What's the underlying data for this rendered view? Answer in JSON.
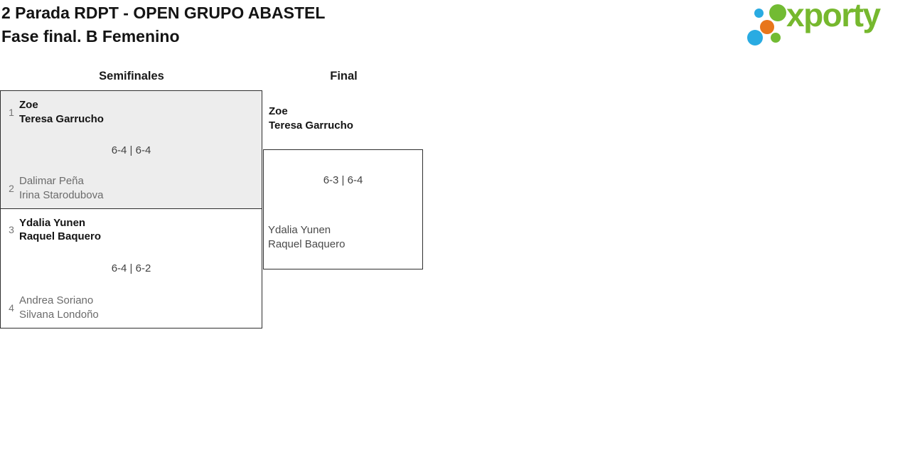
{
  "title": {
    "line1": "2 Parada RDPT - OPEN GRUPO ABASTEL",
    "line2": "Fase final. B Femenino"
  },
  "logo": {
    "text": "xporty",
    "colors": {
      "green": "#76b82e",
      "blue": "#29abe2",
      "orange": "#e8761b"
    }
  },
  "bracket": {
    "rounds": [
      {
        "label": "Semifinales",
        "matches": [
          {
            "seed_top": "1",
            "team_top": {
              "player1": "Zoe",
              "player2": "Teresa Garrucho"
            },
            "score": "6-4 | 6-4",
            "seed_bottom": "2",
            "team_bottom": {
              "player1": "Dalimar Peña",
              "player2": "Irina Starodubova"
            },
            "winner": "team_top"
          },
          {
            "seed_top": "3",
            "team_top": {
              "player1": "Ydalia Yunen",
              "player2": "Raquel Baquero"
            },
            "score": "6-4 | 6-2",
            "seed_bottom": "4",
            "team_bottom": {
              "player1": "Andrea Soriano",
              "player2": "Silvana Londoño"
            },
            "winner": "team_top"
          }
        ]
      },
      {
        "label": "Final",
        "matches": [
          {
            "team_top": {
              "player1": "Zoe",
              "player2": "Teresa Garrucho"
            },
            "score": "6-3 | 6-4",
            "team_bottom": {
              "player1": "Ydalia Yunen",
              "player2": "Raquel Baquero"
            },
            "winner": "team_top"
          }
        ]
      }
    ]
  }
}
